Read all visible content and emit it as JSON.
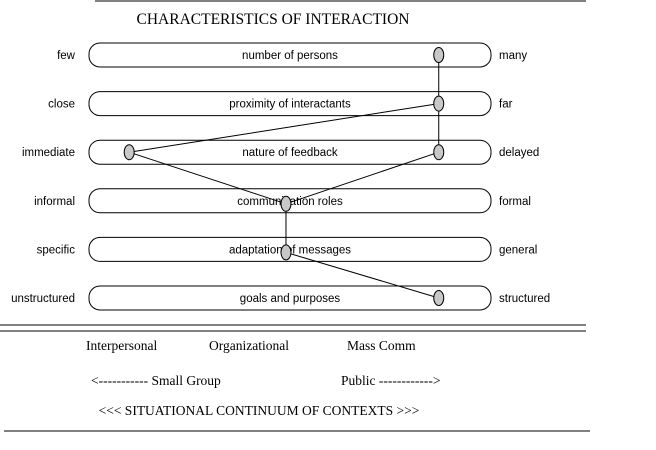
{
  "title": "CHARACTERISTICS OF INTERACTION",
  "dimensions": [
    {
      "left": "few",
      "center": "number of persons",
      "right": "many"
    },
    {
      "left": "close",
      "center": "proximity of interactants",
      "right": "far"
    },
    {
      "left": "immediate",
      "center": "nature of feedback",
      "right": "delayed"
    },
    {
      "left": "informal",
      "center": "communication roles",
      "right": "formal"
    },
    {
      "left": "specific",
      "center": "adaptation of messages",
      "right": "general"
    },
    {
      "left": "unstructured",
      "center": "goals and purposes",
      "right": "structured"
    }
  ],
  "profile_points": [
    {
      "row": 0,
      "position": 0.87
    },
    {
      "row": 1,
      "position": 0.87
    },
    {
      "row": 2,
      "position": 0.87
    },
    {
      "row": 2,
      "position": 0.1
    },
    {
      "row": 3,
      "position": 0.49
    },
    {
      "row": 4,
      "position": 0.49
    },
    {
      "row": 5,
      "position": 0.87
    }
  ],
  "connections": [
    [
      0,
      1
    ],
    [
      1,
      2
    ],
    [
      1,
      3
    ],
    [
      3,
      4
    ],
    [
      2,
      4
    ],
    [
      4,
      5
    ],
    [
      5,
      6
    ]
  ],
  "contexts": {
    "interpersonal": "Interpersonal",
    "organizational": "Organizational",
    "mass_comm": "Mass Comm",
    "small_group": "<----------- Small Group",
    "public": "Public ------------>",
    "continuum": "<<<  SITUATIONAL  CONTINUUM OF CONTEXTS  >>>"
  },
  "colors": {
    "ink": "#000000",
    "point_fill": "#c8c8c8",
    "background": "#ffffff"
  }
}
